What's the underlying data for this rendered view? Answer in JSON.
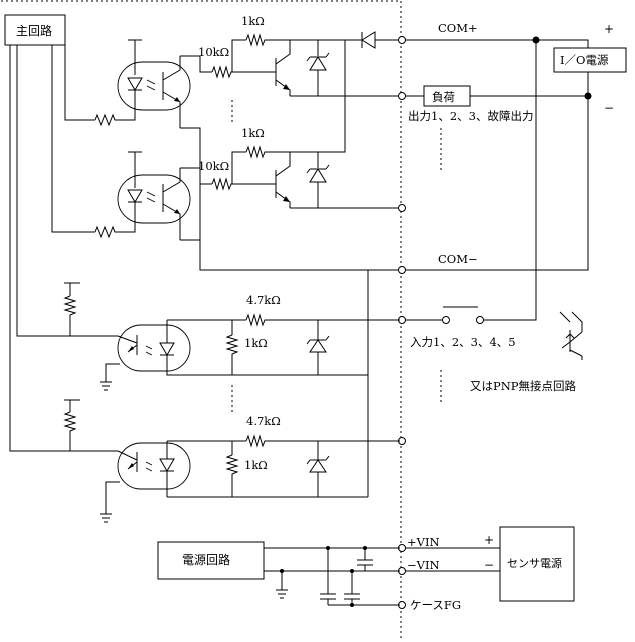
{
  "blocks": {
    "main_circuit": "主回路",
    "io_power": "I／O電源",
    "load": "負荷",
    "power_circuit": "電源回路",
    "sensor_power": "センサ電源"
  },
  "terminals": {
    "com_plus": "COM+",
    "com_minus": "COM−",
    "vin_plus": "+VIN",
    "vin_minus": "−VIN",
    "case_fg": "ケースFG"
  },
  "polarity": {
    "io_plus": "+",
    "io_minus": "−",
    "sensor_plus": "+",
    "sensor_minus": "−"
  },
  "resistors": {
    "r_1k_top": "1kΩ",
    "r_10k_top": "10kΩ",
    "r_1k_mid": "1kΩ",
    "r_10k_mid": "10kΩ",
    "r_47k_a": "4.7kΩ",
    "r_1k_a": "1kΩ",
    "r_47k_b": "4.7kΩ",
    "r_1k_b": "1kΩ"
  },
  "notes": {
    "outputs": "出力1、2、3、故障出力",
    "inputs": "入力1、2、3、4、5",
    "pnp": "又はPNP無接点回路"
  }
}
